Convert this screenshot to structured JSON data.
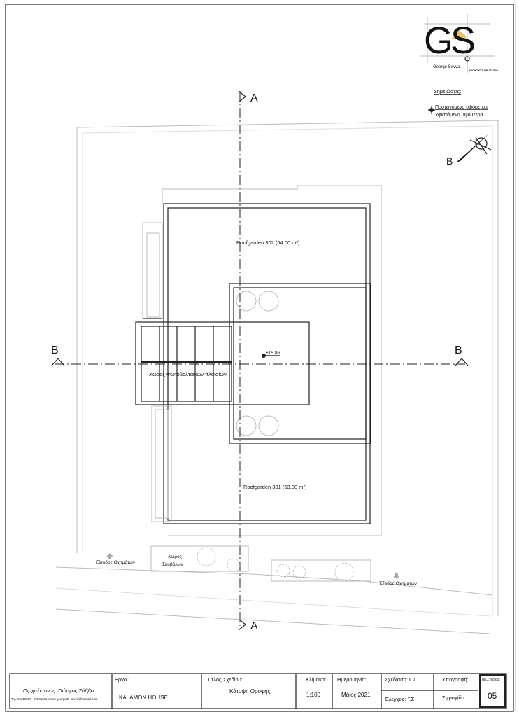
{
  "logo": {
    "letters": "GS",
    "name": "George Savva",
    "tagline": "ARCHITECTURE STUDIO"
  },
  "legend": {
    "title": "Σημειώσεις:",
    "items": [
      {
        "label": "Προτεινόμενα υψόμετρα"
      },
      {
        "label": "Υφιστάμενα υψόμετρα"
      }
    ]
  },
  "north_label": "B",
  "sections": {
    "a": "A",
    "b": "B"
  },
  "plan": {
    "roofgarden_302": "Roofgarden 302 (64.00 m²)",
    "roofgarden_301": "Roofgarden 301 (63.00 m²)",
    "pv_area": "Χώρος Φωτοβολταικών πλαισίων",
    "level": "+15.86",
    "vehicle_entry": "Είσοδος Οχημάτων",
    "vehicle_exit": "Έξοδος Οχημάτων",
    "waste_area_line1": "Χώρος",
    "waste_area_line2": "Σκυβάλων"
  },
  "title_block": {
    "architect": "Οιρχιτέκτονας:   Γιώργος Σάββα",
    "contact": "Τηλ. 99319827 - 99885631 email: george85-savva@hotmail.com",
    "project_label": "Έργο :",
    "project": "KALAMON HOUSE",
    "drawing_title_label": "Τίτλος Σχεδίου:",
    "drawing_title": "Κάτοψη Οροφής",
    "scale_label": "Κλίμακα:",
    "scale": "1:100",
    "date_label": "Ημερομηνία:",
    "date": "Μάιος 2021",
    "designed_by": "Σχεδίαση:  Γ.Σ.",
    "checked_by": "Έλεγχος:  Γ.Σ.",
    "signature_label": "Υπογραφή:",
    "stamp_label": "Σφραγίδα:",
    "drawing_no_label": "αρ.Σχεδίου:",
    "drawing_no": "05"
  }
}
